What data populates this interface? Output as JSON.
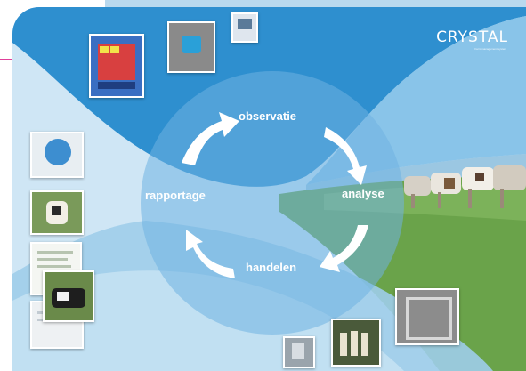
{
  "cycle": {
    "step_top": "observatie",
    "step_right": "analyse",
    "step_bottom": "handelen",
    "step_left": "rapportage"
  },
  "brand": {
    "name": "CRYSTAL",
    "tagline": "Farm management system"
  },
  "colors": {
    "dark_blue": "#2e8fcf",
    "light_blue": "#cfe6f5",
    "mid_blue": "#8cc4e8",
    "circle": "#6fb3e2",
    "grass": "#5c9a3c",
    "accent_pink": "#e0409a"
  },
  "thumbnails": [
    {
      "name": "control-panel-photo"
    },
    {
      "name": "cow-collar-sensor-photo"
    },
    {
      "name": "handheld-device-photo"
    },
    {
      "name": "globe-photo"
    },
    {
      "name": "cow-head-photo"
    },
    {
      "name": "report-sheet-photo"
    },
    {
      "name": "cows-in-field-photo"
    },
    {
      "name": "printed-report-photo"
    },
    {
      "name": "milking-stall-photo"
    },
    {
      "name": "farmers-group-photo"
    },
    {
      "name": "milking-unit-photo"
    }
  ]
}
